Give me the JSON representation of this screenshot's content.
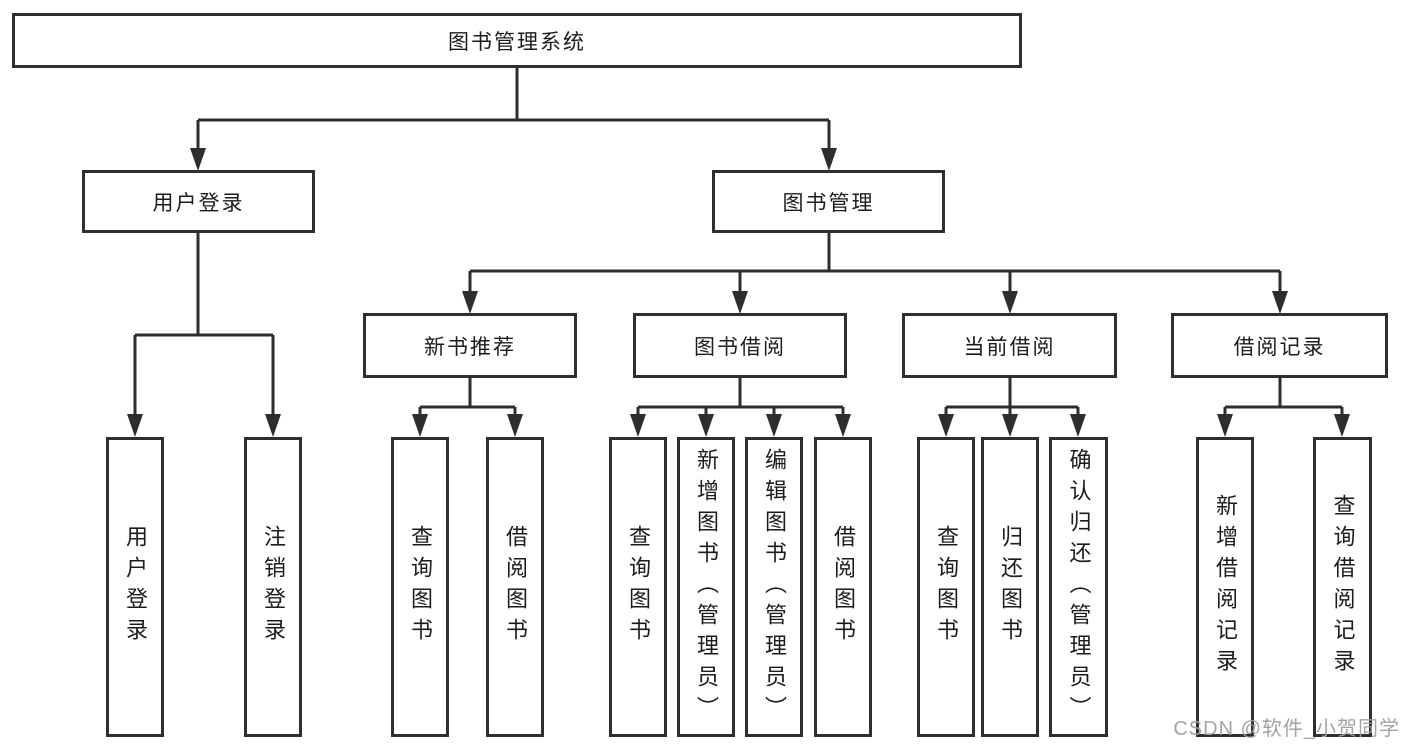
{
  "tree": {
    "root": "图书管理系统",
    "level1": [
      {
        "label": "用户登录",
        "children": [
          "用户登录",
          "注销登录"
        ]
      },
      {
        "label": "图书管理",
        "groups": [
          {
            "label": "新书推荐",
            "children": [
              "查询图书",
              "借阅图书"
            ]
          },
          {
            "label": "图书借阅",
            "children": [
              "查询图书",
              "新增图书（管理员）",
              "编辑图书（管理员）",
              "借阅图书"
            ]
          },
          {
            "label": "当前借阅",
            "children": [
              "查询图书",
              "归还图书",
              "确认归还（管理员）"
            ]
          },
          {
            "label": "借阅记录",
            "children": [
              "新增借阅记录",
              "查询借阅记录"
            ]
          }
        ]
      }
    ]
  },
  "watermark": {
    "text": "CSDN @软件_小贺同学",
    "color": "#9e9e9e"
  },
  "colors": {
    "line": "#2e2e2e",
    "text": "#1c1c1c",
    "background": "#ffffff"
  }
}
